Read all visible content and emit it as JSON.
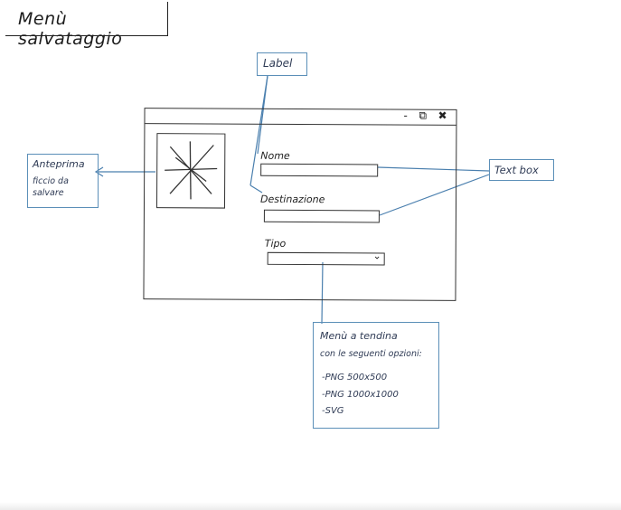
{
  "title": "Menù salvataggio",
  "window": {
    "controls": {
      "minimize": "-",
      "restore": "⧉",
      "close": "✖"
    },
    "fields": {
      "name_label": "Nome",
      "destination_label": "Destinazione",
      "type_label": "Tipo"
    }
  },
  "annotations": {
    "label": "Label",
    "text_box": "Text box",
    "preview": [
      "Anteprima",
      "ficcio da",
      "salvare"
    ],
    "dropdown": {
      "lines": [
        "Menù a tendina",
        "con le seguenti opzioni:"
      ],
      "options": [
        "-PNG  500x500",
        "-PNG  1000x1000",
        "-SVG"
      ]
    }
  },
  "colors": {
    "ink": "#222222",
    "annotation_blue": "#5b8fb8"
  },
  "icons": {
    "dropdown": "chevron-down-icon",
    "preview": "image-placeholder-icon"
  }
}
